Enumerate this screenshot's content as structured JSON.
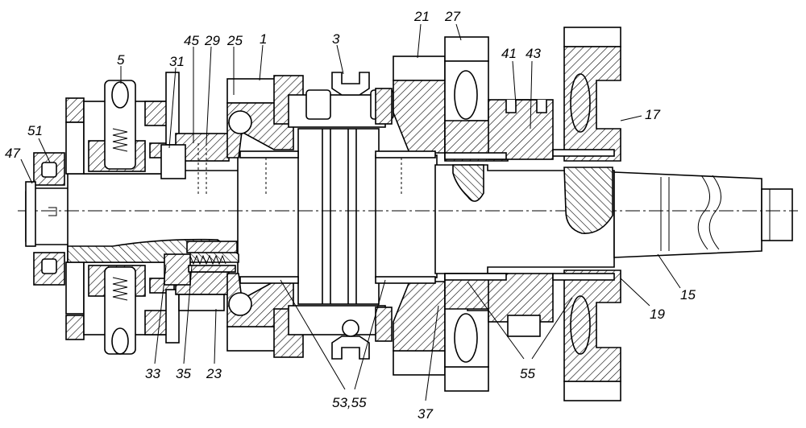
{
  "figure": {
    "callouts": [
      {
        "id": "c5",
        "label": "5"
      },
      {
        "id": "c51",
        "label": "51"
      },
      {
        "id": "c47",
        "label": "47"
      },
      {
        "id": "c31",
        "label": "31"
      },
      {
        "id": "c45",
        "label": "45"
      },
      {
        "id": "c29",
        "label": "29"
      },
      {
        "id": "c25",
        "label": "25"
      },
      {
        "id": "c1",
        "label": "1"
      },
      {
        "id": "c3",
        "label": "3"
      },
      {
        "id": "c21",
        "label": "21"
      },
      {
        "id": "c27",
        "label": "27"
      },
      {
        "id": "c41",
        "label": "41"
      },
      {
        "id": "c43",
        "label": "43"
      },
      {
        "id": "c17",
        "label": "17"
      },
      {
        "id": "c15",
        "label": "15"
      },
      {
        "id": "c19",
        "label": "19"
      },
      {
        "id": "c55",
        "label": "55"
      },
      {
        "id": "c37",
        "label": "37"
      },
      {
        "id": "c5355",
        "label": "53,55"
      },
      {
        "id": "c23",
        "label": "23"
      },
      {
        "id": "c35",
        "label": "35"
      },
      {
        "id": "c33",
        "label": "33"
      }
    ]
  }
}
